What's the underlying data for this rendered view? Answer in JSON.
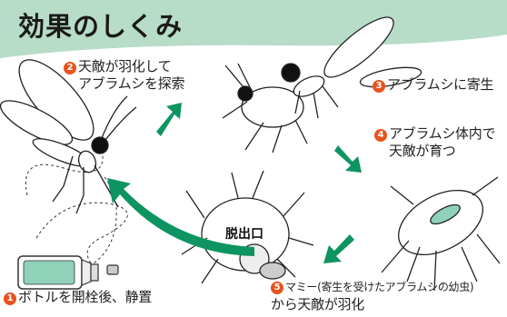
{
  "title": "効果のしくみ",
  "exit_label": "脱出口",
  "steps": [
    {
      "num": "1",
      "lines": [
        "ボトルを開栓後、静置"
      ]
    },
    {
      "num": "2",
      "lines": [
        "天敵が羽化して",
        "アブラムシを探索"
      ]
    },
    {
      "num": "3",
      "lines": [
        "アブラムシに寄生"
      ]
    },
    {
      "num": "4",
      "lines": [
        "アブラムシ体内で",
        "天敵が育つ"
      ]
    },
    {
      "num": "5",
      "lines": [
        "マミー(寄生を受けたアブラムシの幼虫)",
        "から天敵が羽化"
      ]
    }
  ],
  "colors": {
    "header": "#b7dcc7",
    "arrow": "#0e9460",
    "badge": "#e8531f",
    "bottle": "#8fd1b9"
  }
}
